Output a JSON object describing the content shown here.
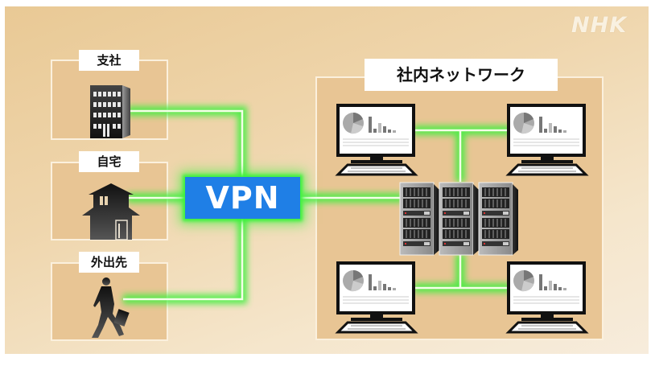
{
  "logo": "NHK",
  "locations": [
    {
      "label": "支社",
      "icon": "office-building-icon"
    },
    {
      "label": "自宅",
      "icon": "house-icon"
    },
    {
      "label": "外出先",
      "icon": "walking-businessperson-icon"
    }
  ],
  "vpn": {
    "label": "VPN"
  },
  "network": {
    "label": "社内ネットワーク",
    "devices": [
      "desktop-computer",
      "desktop-computer",
      "server-rack",
      "desktop-computer",
      "desktop-computer"
    ]
  },
  "colors": {
    "vpn_box": "#1f7fe6",
    "glow": "#3df23d",
    "panel": "#e8c594",
    "background": "#efd6ad"
  }
}
